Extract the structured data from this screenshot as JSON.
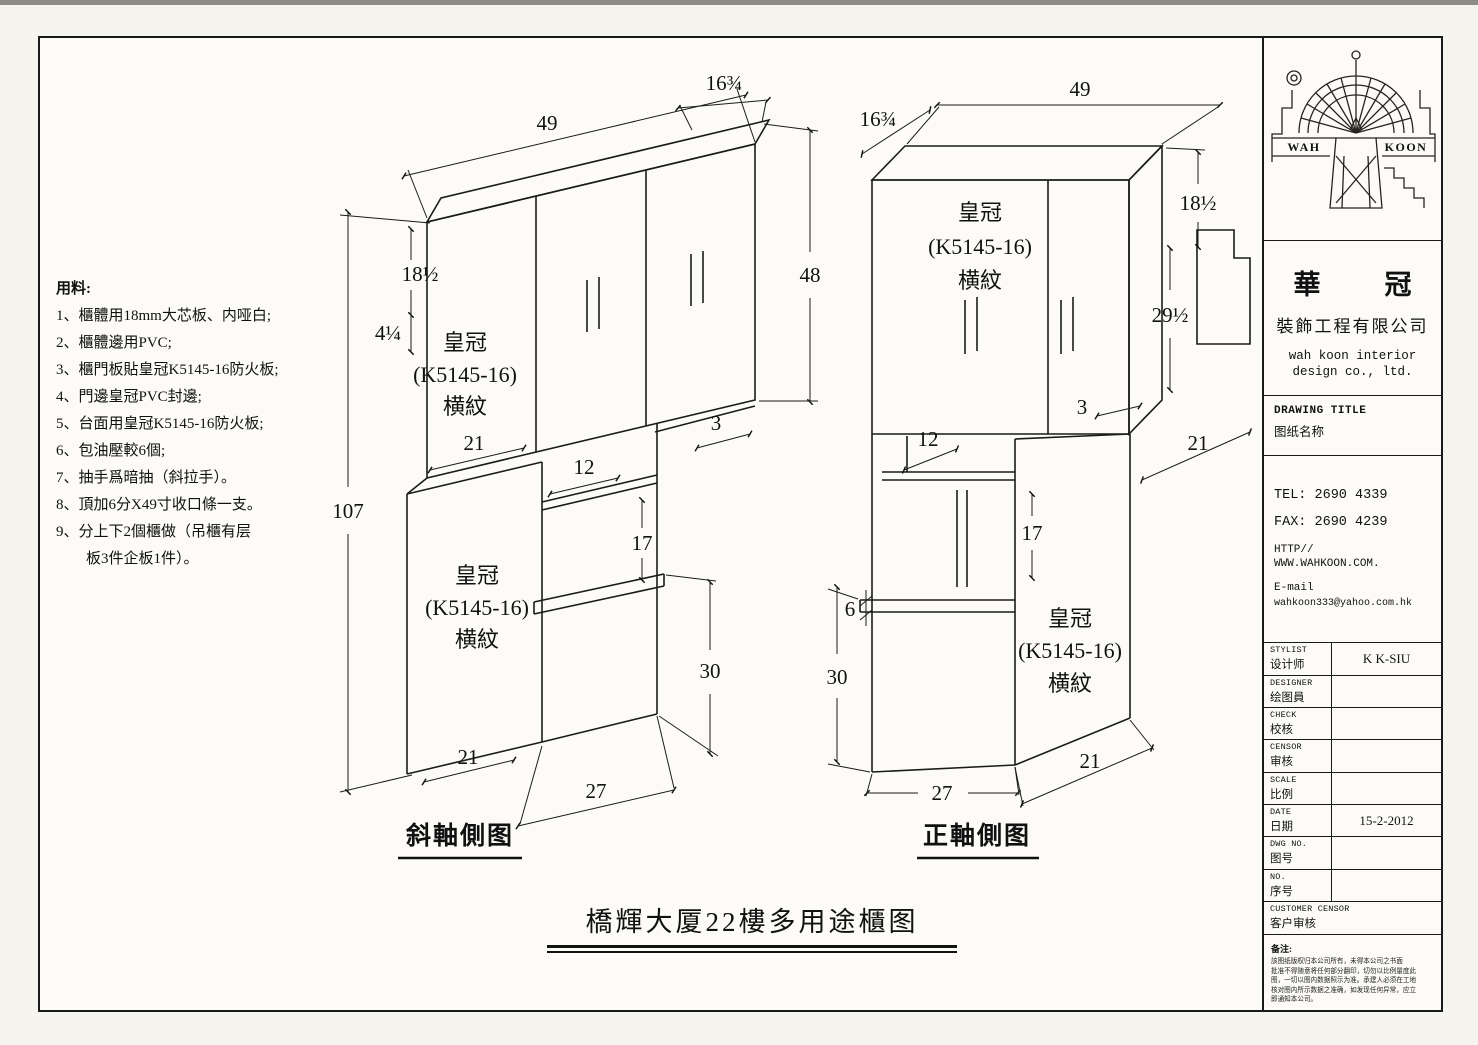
{
  "main_title": "橋輝大厦22樓多用途櫃图",
  "materials": {
    "header": "用料:",
    "items": [
      "1、櫃體用18mm大芯板、内哑白;",
      "2、櫃體邊用PVC;",
      "3、櫃門板貼皇冠K5145-16防火板;",
      "4、門邊皇冠PVC封邊;",
      "5、台面用皇冠K5145-16防火板;",
      "6、包油壓較6個;",
      "7、抽手爲暗抽（斜拉手）。",
      "8、頂加6分X49寸收口條一支。",
      "9、分上下2個櫃做（吊櫃有层",
      "板3件企板1件）。"
    ]
  },
  "crown": {
    "l1": "皇冠",
    "l2": "(K5145-16)",
    "l3": "横紋"
  },
  "lv": {
    "title": "斜軸側图",
    "d": {
      "w49": "49",
      "d16": "16¾",
      "h18": "18½",
      "h4": "4¼",
      "h107": "107",
      "h48": "48",
      "t3": "3",
      "d21t": "21",
      "d12": "12",
      "h17": "17",
      "h30": "30",
      "d21b": "21",
      "w27": "27"
    }
  },
  "rv": {
    "title": "正軸側图",
    "d": {
      "d16": "16¾",
      "w49": "49",
      "h18": "18½",
      "h29": "29½",
      "t3": "3",
      "d21t": "21",
      "d12": "12",
      "h17": "17",
      "t6": "6",
      "h30": "30",
      "w27": "27",
      "d21b": "21"
    }
  },
  "tb": {
    "logo_wah": "WAH",
    "logo_koon": "KOON",
    "cn_l": "華",
    "cn_r": "冠",
    "cn_sub": "裝飾工程有限公司",
    "en1": "wah koon interior",
    "en2": "design co., ltd.",
    "dt_en": "DRAWING TITLE",
    "dt_cn": "图纸名称",
    "tel": "TEL: 2690 4339",
    "fax": "FAX: 2690 4239",
    "http": "HTTP//",
    "www": "WWW.WAHKOON.COM.",
    "email_label": "E-mail",
    "email": "wahkoon333@yahoo.com.hk",
    "rows": [
      {
        "en": "STYLIST",
        "cn": "设计师",
        "value": "K K-SIU"
      },
      {
        "en": "DESIGNER",
        "cn": "绘图員",
        "value": ""
      },
      {
        "en": "CHECK",
        "cn": "校核",
        "value": ""
      },
      {
        "en": "CENSOR",
        "cn": "审核",
        "value": ""
      },
      {
        "en": "SCALE",
        "cn": "比例",
        "value": ""
      },
      {
        "en": "DATE",
        "cn": "日期",
        "value": "15-2-2012"
      },
      {
        "en": "DWG NO.",
        "cn": "图号",
        "value": ""
      },
      {
        "en": "NO.",
        "cn": "序号",
        "value": ""
      },
      {
        "en": "CUSTOMER CENSOR",
        "cn": "客户审核",
        "value": ""
      }
    ],
    "notes_label": "备注:",
    "notes": [
      "該图纸版权归本公司所有，未得本公司之书面",
      "批准不得随意将任何部分翻印，切勿以比例量度此",
      "图，一切以图内数据照示为准。承建人必须在工地",
      "核对图内所示数据之准确，如发现任何异常，应立",
      "即通知本公司。"
    ]
  }
}
